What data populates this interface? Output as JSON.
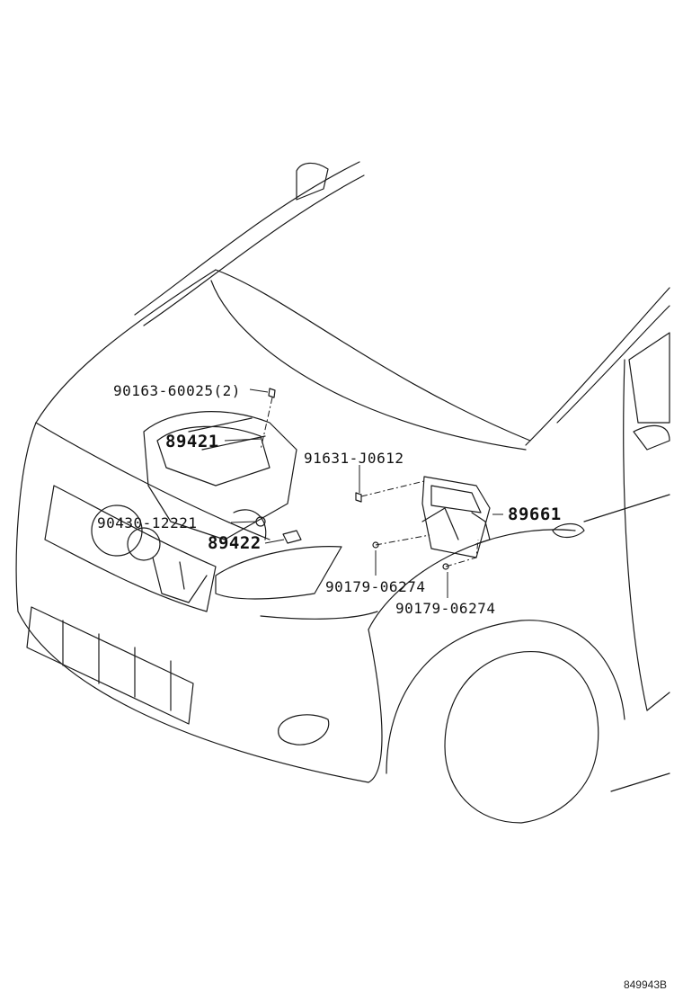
{
  "labels": {
    "p90163": "90163-60025(2)",
    "p89421": "89421",
    "p91631": "91631-J0612",
    "p89661": "89661",
    "p90430": "90430-12221",
    "p89422": "89422",
    "p90179a": "90179-06274",
    "p90179b": "90179-06274"
  },
  "figure_code": "849943B"
}
